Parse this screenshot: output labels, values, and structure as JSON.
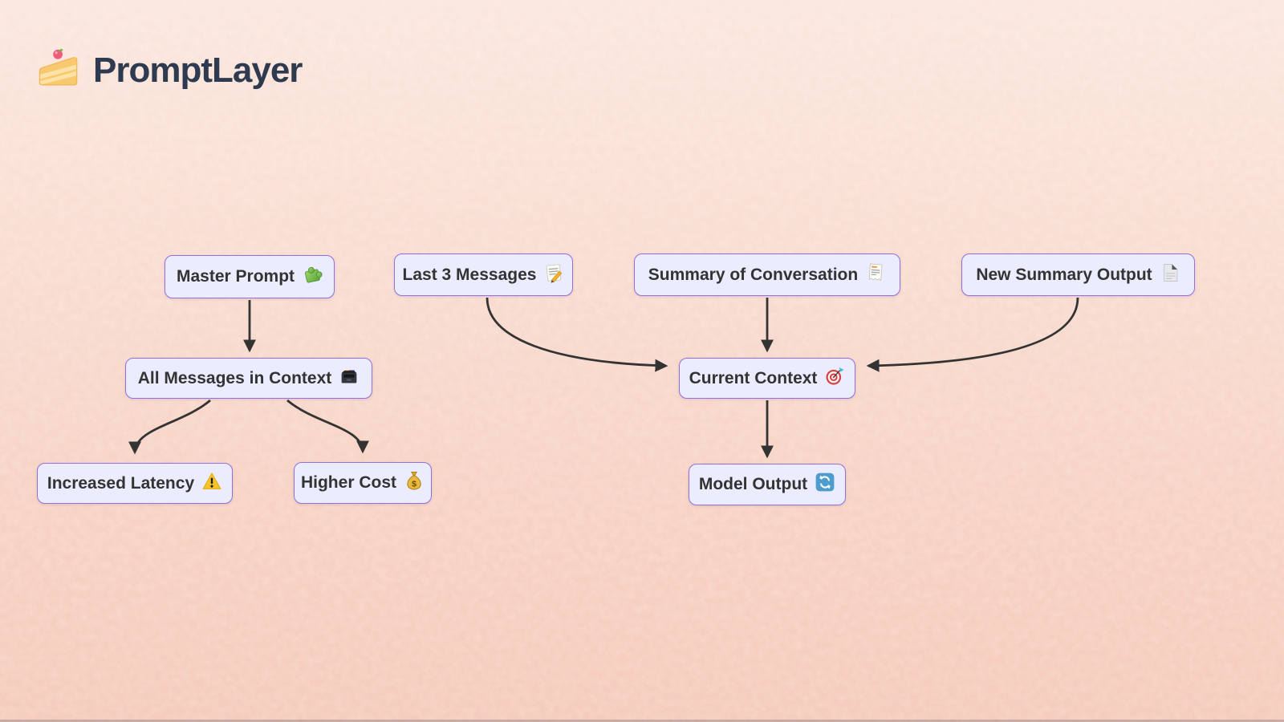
{
  "brand": {
    "name": "PromptLayer",
    "logo_icon": "cake-slice-icon"
  },
  "diagram": {
    "nodes": {
      "master_prompt": {
        "label": "Master Prompt",
        "icon": "puzzle-piece-icon"
      },
      "last_3_messages": {
        "label": "Last 3 Messages",
        "icon": "memo-icon"
      },
      "summary_of_conversation": {
        "label": "Summary of Conversation",
        "icon": "receipt-icon"
      },
      "new_summary_output": {
        "label": "New Summary Output",
        "icon": "page-folded-corner-icon"
      },
      "all_messages_in_context": {
        "label": "All Messages in Context",
        "icon": "card-file-box-icon"
      },
      "current_context": {
        "label": "Current Context",
        "icon": "target-dart-icon"
      },
      "increased_latency": {
        "label": "Increased Latency",
        "icon": "warning-icon"
      },
      "higher_cost": {
        "label": "Higher Cost",
        "icon": "money-bag-icon"
      },
      "model_output": {
        "label": "Model Output",
        "icon": "arrows-cycle-icon"
      }
    },
    "edges": [
      {
        "from": "master_prompt",
        "to": "all_messages_in_context"
      },
      {
        "from": "all_messages_in_context",
        "to": "increased_latency"
      },
      {
        "from": "all_messages_in_context",
        "to": "higher_cost"
      },
      {
        "from": "last_3_messages",
        "to": "current_context"
      },
      {
        "from": "summary_of_conversation",
        "to": "current_context"
      },
      {
        "from": "new_summary_output",
        "to": "current_context"
      },
      {
        "from": "current_context",
        "to": "model_output"
      }
    ],
    "colors": {
      "node_fill": "#ECECFF",
      "node_border": "#9370DB",
      "edge": "#333333",
      "node_text": "#333333",
      "brand_text": "#2e3a4f",
      "background_top": "#fbe7de",
      "background_bottom": "#f5cbbc"
    }
  }
}
